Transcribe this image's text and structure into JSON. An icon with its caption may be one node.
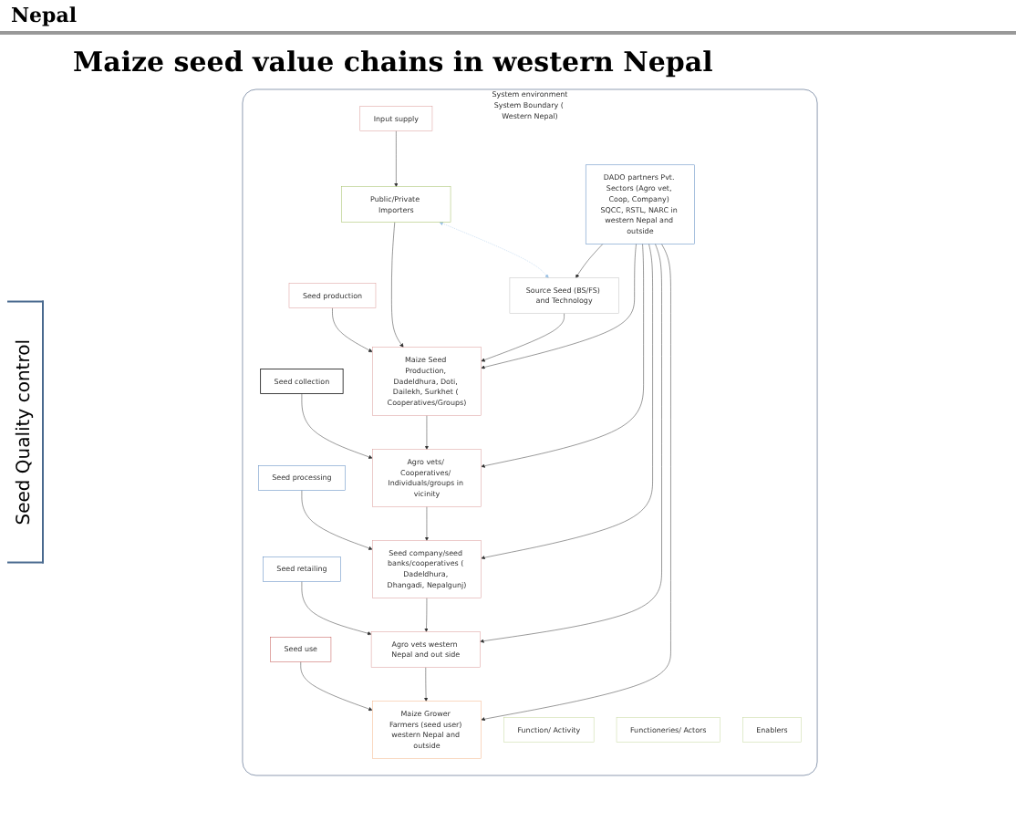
{
  "diagram": {
    "title": "Maize seed value chains in western Nepal",
    "nodes": [
      {
        "text": [
          "System environment",
          "System Boundary ( Western Nepal)"
        ]
      },
      {
        "text": [
          "Seed use"
        ],
        "in": 0
      },
      {
        "text": [
          "Maize Grower Farmers (seed user) western Nepal and outside"
        ],
        "in": 0
      },
      {
        "text": [
          "Seed retailing"
        ],
        "in": 0
      },
      {
        "text": [
          "Agro vets western Nepal and out side"
        ],
        "in": 0
      },
      {
        "text": [
          "Seed processing"
        ],
        "in": 0
      },
      {
        "text": [
          "Seed company/seed banks/cooperatives ( Dadeldhura, Dhangadi, Nepalgunj)"
        ],
        "in": 0
      },
      {
        "text": [
          "Seed collection"
        ],
        "in": 0
      },
      {
        "text": [
          "Agro vets/ Cooperatives/ Individuals/groups in vicinity"
        ],
        "in": 0
      },
      {
        "text": [
          "Seed production"
        ],
        "in": 0
      },
      {
        "text": [
          "Maize Seed Production, Dadeldhura, Doti, Dailekh, Surkhet ( Cooperatives/Groups)"
        ],
        "in": 0
      },
      {
        "text": [
          "Input supply"
        ],
        "in": 0
      },
      {
        "text": [
          "Public/Private Importers"
        ],
        "in": 0
      },
      {
        "text": [
          "Source Seed (BS/FS) and Technology"
        ],
        "in": 0
      },
      {
        "text": [
          "DADO partners Pvt. Sectors (Agro vet, Coop, Company) SQCC, RSTL, NARC in western Nepal and outside"
        ],
        "in": 0
      },
      {
        "text": [
          "Function/ Activity"
        ],
        "in": 0
      },
      {
        "text": [
          "Functioneries/ Actors"
        ],
        "in": 0
      },
      {
        "text": [
          "Enablers"
        ],
        "in": 0
      }
    ],
    "edges": [
      {
        "from": 1,
        "to": 2,
        "arrow": "to"
      },
      {
        "from": 3,
        "to": 4,
        "arrow": "to"
      },
      {
        "from": 5,
        "to": 6,
        "arrow": "to"
      },
      {
        "from": 7,
        "to": 8,
        "arrow": "to"
      },
      {
        "from": 9,
        "to": 10,
        "arrow": "to"
      },
      {
        "from": 11,
        "to": 12,
        "arrow": "to"
      },
      {
        "from": 4,
        "to": 2,
        "arrow": "to"
      },
      {
        "from": 6,
        "to": 4,
        "arrow": "to"
      },
      {
        "from": 8,
        "to": 6,
        "arrow": "to"
      },
      {
        "from": 10,
        "to": 8,
        "arrow": "to"
      },
      {
        "from": 12,
        "to": 10,
        "arrow": "to"
      },
      {
        "from": 13,
        "to": 10,
        "arrow": "to"
      },
      {
        "from": 12,
        "to": 13,
        "arrow": "both",
        "style": "dashed",
        "color": "#9dc3e6"
      },
      {
        "from": 14,
        "to": 2,
        "arrow": "to"
      },
      {
        "from": 14,
        "to": 4,
        "arrow": "to"
      },
      {
        "from": 14,
        "to": 6,
        "arrow": "to"
      },
      {
        "from": 14,
        "to": 8,
        "arrow": "to"
      },
      {
        "from": 14,
        "to": 10,
        "arrow": "to"
      },
      {
        "from": 14,
        "to": 13,
        "arrow": "to"
      }
    ],
    "labels": [
      "Nepal",
      "Seed Quality control"
    ]
  }
}
